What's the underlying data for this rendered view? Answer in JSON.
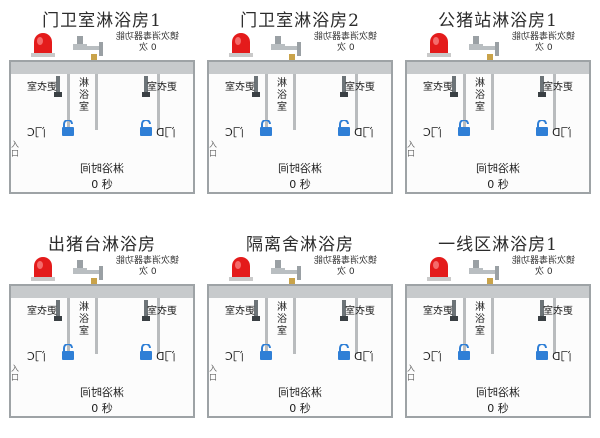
{
  "colors": {
    "alarm_red": "#e41b1b",
    "lock_blue": "#2f7fd6",
    "wall": "#c7cacc",
    "outline": "#9ea3a6"
  },
  "panels": [
    {
      "title": "门卫室淋浴房1",
      "note_line1": "镜次消毒器功能",
      "note_line2": "0 次",
      "booth_left": "更衣室",
      "booth_right": "更衣室",
      "booth_mid": "淋浴室",
      "side_tag": "入口",
      "door_left": "门C",
      "door_right": "门D",
      "time_label": "淋浴时间",
      "time_value": "0  秒"
    },
    {
      "title": "门卫室淋浴房2",
      "note_line1": "镜次消毒器功能",
      "note_line2": "0 次",
      "booth_left": "更衣室",
      "booth_right": "更衣室",
      "booth_mid": "淋浴室",
      "side_tag": "入口",
      "door_left": "门C",
      "door_right": "门D",
      "time_label": "淋浴时间",
      "time_value": "0  秒"
    },
    {
      "title": "公猪站淋浴房1",
      "note_line1": "镜次消毒器功能",
      "note_line2": "0 次",
      "booth_left": "更衣室",
      "booth_right": "更衣室",
      "booth_mid": "淋浴室",
      "side_tag": "入口",
      "door_left": "门C",
      "door_right": "门D",
      "time_label": "淋浴时间",
      "time_value": "0  秒"
    },
    {
      "title": "出猪台淋浴房",
      "note_line1": "镜次消毒器功能",
      "note_line2": "0 次",
      "booth_left": "更衣室",
      "booth_right": "更衣室",
      "booth_mid": "淋浴室",
      "side_tag": "入口",
      "door_left": "门C",
      "door_right": "门D",
      "time_label": "淋浴时间",
      "time_value": "0  秒"
    },
    {
      "title": "隔离舍淋浴房",
      "note_line1": "镜次消毒器功能",
      "note_line2": "0 次",
      "booth_left": "更衣室",
      "booth_right": "更衣室",
      "booth_mid": "淋浴室",
      "side_tag": "入口",
      "door_left": "门C",
      "door_right": "门D",
      "time_label": "淋浴时间",
      "time_value": "0  秒"
    },
    {
      "title": "一线区淋浴房1",
      "note_line1": "镜次消毒器功能",
      "note_line2": "0 次",
      "booth_left": "更衣室",
      "booth_right": "更衣室",
      "booth_mid": "淋浴室",
      "side_tag": "入口",
      "door_left": "门C",
      "door_right": "门D",
      "time_label": "淋浴时间",
      "time_value": "0  秒"
    }
  ]
}
